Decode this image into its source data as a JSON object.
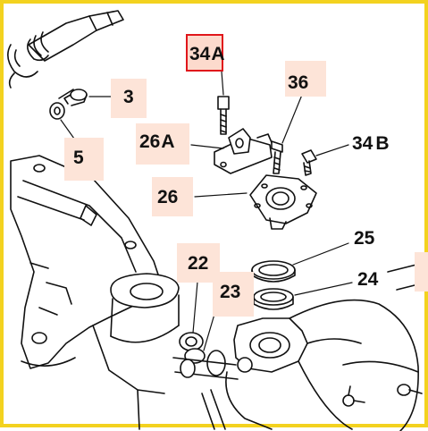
{
  "diagram": {
    "highlighted_callout": "34",
    "callouts": [
      {
        "id": "34a",
        "number": "34",
        "suffix": "A"
      },
      {
        "id": "36",
        "number": "36",
        "suffix": ""
      },
      {
        "id": "3",
        "number": "3",
        "suffix": ""
      },
      {
        "id": "26a",
        "number": "26",
        "suffix": "A"
      },
      {
        "id": "34b",
        "number": "34",
        "suffix": "B"
      },
      {
        "id": "5",
        "number": "5",
        "suffix": ""
      },
      {
        "id": "26",
        "number": "26",
        "suffix": ""
      },
      {
        "id": "25",
        "number": "25",
        "suffix": ""
      },
      {
        "id": "22",
        "number": "22",
        "suffix": ""
      },
      {
        "id": "24",
        "number": "24",
        "suffix": ""
      },
      {
        "id": "23",
        "number": "23",
        "suffix": ""
      }
    ]
  },
  "colors": {
    "frame_border": "#f3d21f",
    "highlight_border": "#e0161b",
    "highlight_fill": "#fcdacd",
    "label_background": "#fde4d8",
    "line_art": "#111111"
  }
}
